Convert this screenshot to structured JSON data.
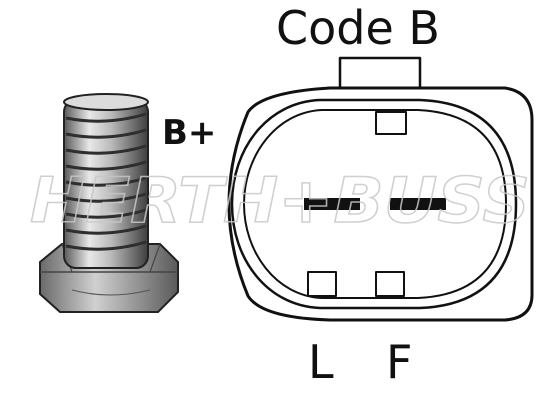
{
  "labels": {
    "code": "Code B",
    "bplus": "B+",
    "l": "L",
    "f": "F"
  },
  "watermark": {
    "text": "HERTH+BUSS"
  },
  "colors": {
    "ink": "#111111",
    "background": "#ffffff",
    "bolt_light": "#d8d8d8",
    "bolt_mid": "#9a9a9a",
    "bolt_dark": "#4a4a4a",
    "watermark": "#c8c8c8"
  }
}
